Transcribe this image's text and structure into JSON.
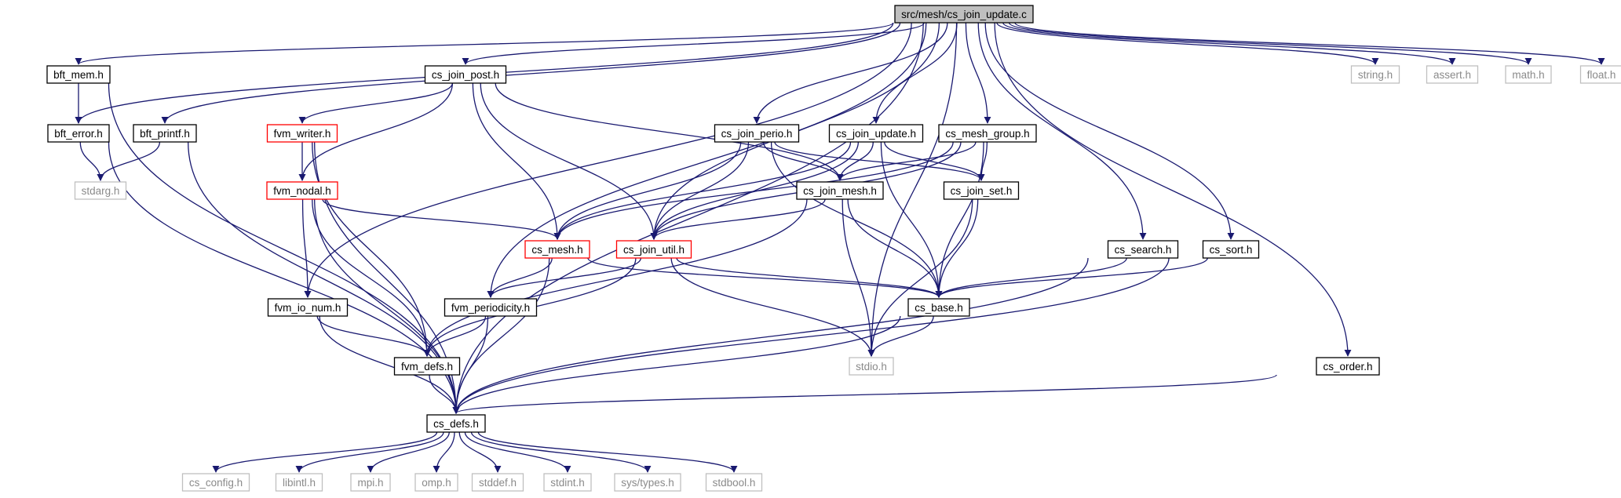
{
  "graph": {
    "colors": {
      "edge": "#191970",
      "node_border": "#000000",
      "node_border_truncated": "#ff0000",
      "node_border_external": "#bfbfbf",
      "root_fill": "#bfbfbf"
    },
    "nodes": [
      {
        "id": "root",
        "label": "src/mesh/cs_join_update.c",
        "style": "root"
      },
      {
        "id": "bft_mem",
        "label": "bft_mem.h",
        "style": "normal"
      },
      {
        "id": "bft_error",
        "label": "bft_error.h",
        "style": "normal"
      },
      {
        "id": "bft_printf",
        "label": "bft_printf.h",
        "style": "normal"
      },
      {
        "id": "stdarg",
        "label": "stdarg.h",
        "style": "gray"
      },
      {
        "id": "cs_join_post",
        "label": "cs_join_post.h",
        "style": "normal"
      },
      {
        "id": "fvm_writer",
        "label": "fvm_writer.h",
        "style": "red"
      },
      {
        "id": "fvm_nodal",
        "label": "fvm_nodal.h",
        "style": "red"
      },
      {
        "id": "cs_join_perio",
        "label": "cs_join_perio.h",
        "style": "normal"
      },
      {
        "id": "cs_join_update",
        "label": "cs_join_update.h",
        "style": "normal"
      },
      {
        "id": "cs_mesh_group",
        "label": "cs_mesh_group.h",
        "style": "normal"
      },
      {
        "id": "cs_join_mesh",
        "label": "cs_join_mesh.h",
        "style": "normal"
      },
      {
        "id": "cs_join_set",
        "label": "cs_join_set.h",
        "style": "normal"
      },
      {
        "id": "cs_mesh",
        "label": "cs_mesh.h",
        "style": "red"
      },
      {
        "id": "cs_join_util",
        "label": "cs_join_util.h",
        "style": "red"
      },
      {
        "id": "cs_search",
        "label": "cs_search.h",
        "style": "normal"
      },
      {
        "id": "cs_sort",
        "label": "cs_sort.h",
        "style": "normal"
      },
      {
        "id": "fvm_io_num",
        "label": "fvm_io_num.h",
        "style": "normal"
      },
      {
        "id": "fvm_periodicity",
        "label": "fvm_periodicity.h",
        "style": "normal"
      },
      {
        "id": "cs_base",
        "label": "cs_base.h",
        "style": "normal"
      },
      {
        "id": "fvm_defs",
        "label": "fvm_defs.h",
        "style": "normal"
      },
      {
        "id": "stdio",
        "label": "stdio.h",
        "style": "gray"
      },
      {
        "id": "cs_order",
        "label": "cs_order.h",
        "style": "normal"
      },
      {
        "id": "cs_defs",
        "label": "cs_defs.h",
        "style": "normal"
      },
      {
        "id": "string",
        "label": "string.h",
        "style": "gray"
      },
      {
        "id": "assert",
        "label": "assert.h",
        "style": "gray"
      },
      {
        "id": "math",
        "label": "math.h",
        "style": "gray"
      },
      {
        "id": "float",
        "label": "float.h",
        "style": "gray"
      },
      {
        "id": "cs_config",
        "label": "cs_config.h",
        "style": "gray"
      },
      {
        "id": "libintl",
        "label": "libintl.h",
        "style": "gray"
      },
      {
        "id": "mpi",
        "label": "mpi.h",
        "style": "gray"
      },
      {
        "id": "omp",
        "label": "omp.h",
        "style": "gray"
      },
      {
        "id": "stddef",
        "label": "stddef.h",
        "style": "gray"
      },
      {
        "id": "stdint",
        "label": "stdint.h",
        "style": "gray"
      },
      {
        "id": "systypes",
        "label": "sys/types.h",
        "style": "gray"
      },
      {
        "id": "stdbool",
        "label": "stdbool.h",
        "style": "gray"
      }
    ],
    "edges": [
      [
        "root",
        "bft_mem"
      ],
      [
        "root",
        "bft_error"
      ],
      [
        "root",
        "bft_printf"
      ],
      [
        "root",
        "cs_join_post"
      ],
      [
        "root",
        "fvm_io_num"
      ],
      [
        "root",
        "fvm_periodicity"
      ],
      [
        "root",
        "cs_join_util"
      ],
      [
        "root",
        "cs_join_perio"
      ],
      [
        "root",
        "cs_join_update"
      ],
      [
        "root",
        "cs_mesh_group"
      ],
      [
        "root",
        "stdio"
      ],
      [
        "root",
        "cs_search"
      ],
      [
        "root",
        "cs_sort"
      ],
      [
        "root",
        "cs_order"
      ],
      [
        "root",
        "cs_defs"
      ],
      [
        "root",
        "string"
      ],
      [
        "root",
        "assert"
      ],
      [
        "root",
        "math"
      ],
      [
        "root",
        "float"
      ],
      [
        "bft_mem",
        "bft_error"
      ],
      [
        "bft_mem",
        "cs_defs"
      ],
      [
        "bft_error",
        "stdarg"
      ],
      [
        "bft_error",
        "cs_defs"
      ],
      [
        "bft_printf",
        "stdarg"
      ],
      [
        "bft_printf",
        "cs_defs"
      ],
      [
        "cs_join_post",
        "fvm_writer"
      ],
      [
        "cs_join_post",
        "fvm_nodal"
      ],
      [
        "cs_join_post",
        "cs_mesh"
      ],
      [
        "cs_join_post",
        "cs_join_util"
      ],
      [
        "cs_join_post",
        "cs_join_mesh"
      ],
      [
        "fvm_writer",
        "fvm_nodal"
      ],
      [
        "fvm_writer",
        "fvm_defs"
      ],
      [
        "fvm_writer",
        "cs_defs"
      ],
      [
        "fvm_nodal",
        "fvm_io_num"
      ],
      [
        "fvm_nodal",
        "cs_mesh"
      ],
      [
        "fvm_nodal",
        "fvm_defs"
      ],
      [
        "fvm_nodal",
        "cs_defs"
      ],
      [
        "cs_join_perio",
        "cs_mesh"
      ],
      [
        "cs_join_perio",
        "cs_join_util"
      ],
      [
        "cs_join_perio",
        "cs_join_mesh"
      ],
      [
        "cs_join_perio",
        "cs_join_set"
      ],
      [
        "cs_join_perio",
        "cs_base"
      ],
      [
        "cs_join_update",
        "cs_mesh"
      ],
      [
        "cs_join_update",
        "cs_join_util"
      ],
      [
        "cs_join_update",
        "cs_join_mesh"
      ],
      [
        "cs_join_update",
        "cs_join_set"
      ],
      [
        "cs_join_update",
        "cs_base"
      ],
      [
        "cs_mesh_group",
        "cs_mesh"
      ],
      [
        "cs_mesh_group",
        "cs_join_util"
      ],
      [
        "cs_mesh_group",
        "cs_join_mesh"
      ],
      [
        "cs_mesh_group",
        "cs_join_set"
      ],
      [
        "cs_mesh_group",
        "cs_base"
      ],
      [
        "cs_join_mesh",
        "cs_join_util"
      ],
      [
        "cs_join_mesh",
        "fvm_defs"
      ],
      [
        "cs_join_mesh",
        "stdio"
      ],
      [
        "cs_join_mesh",
        "cs_base"
      ],
      [
        "cs_join_set",
        "stdio"
      ],
      [
        "cs_join_set",
        "cs_base"
      ],
      [
        "cs_mesh",
        "fvm_periodicity"
      ],
      [
        "cs_mesh",
        "cs_base"
      ],
      [
        "cs_mesh",
        "cs_defs"
      ],
      [
        "cs_join_util",
        "fvm_periodicity"
      ],
      [
        "cs_join_util",
        "fvm_defs"
      ],
      [
        "cs_join_util",
        "cs_base"
      ],
      [
        "cs_join_util",
        "stdio"
      ],
      [
        "cs_search",
        "cs_base"
      ],
      [
        "cs_search",
        "cs_defs"
      ],
      [
        "cs_sort",
        "cs_base"
      ],
      [
        "cs_sort",
        "cs_defs"
      ],
      [
        "fvm_io_num",
        "fvm_defs"
      ],
      [
        "fvm_io_num",
        "cs_defs"
      ],
      [
        "fvm_periodicity",
        "fvm_defs"
      ],
      [
        "fvm_periodicity",
        "cs_defs"
      ],
      [
        "cs_base",
        "stdio"
      ],
      [
        "cs_base",
        "cs_defs"
      ],
      [
        "fvm_defs",
        "cs_defs"
      ],
      [
        "cs_order",
        "cs_defs"
      ],
      [
        "cs_defs",
        "cs_config"
      ],
      [
        "cs_defs",
        "libintl"
      ],
      [
        "cs_defs",
        "mpi"
      ],
      [
        "cs_defs",
        "omp"
      ],
      [
        "cs_defs",
        "stddef"
      ],
      [
        "cs_defs",
        "stdint"
      ],
      [
        "cs_defs",
        "systypes"
      ],
      [
        "cs_defs",
        "stdbool"
      ]
    ]
  }
}
